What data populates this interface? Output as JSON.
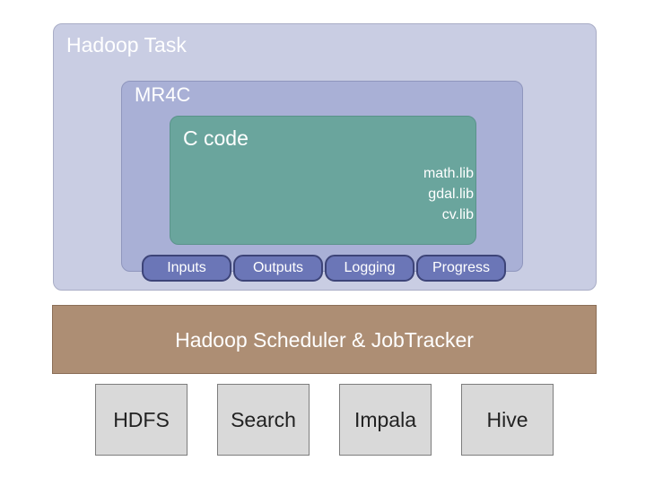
{
  "hadoop_task": {
    "title": "Hadoop Task"
  },
  "mr4c": {
    "title": "MR4C",
    "interfaces": [
      "Inputs",
      "Outputs",
      "Logging",
      "Progress"
    ]
  },
  "c_code": {
    "title": "C code",
    "libraries": [
      "math.lib",
      "gdal.lib",
      "cv.lib"
    ]
  },
  "scheduler": {
    "label": "Hadoop Scheduler & JobTracker"
  },
  "storage": [
    "HDFS",
    "Search",
    "Impala",
    "Hive"
  ],
  "colors": {
    "hadoop_task_fill": "#c9cde3",
    "mr4c_fill": "#a9b0d6",
    "c_code_fill": "#6aa59d",
    "interface_fill": "#6b76b7",
    "scheduler_fill": "#ad8e74",
    "storage_fill": "#d9d9d9"
  }
}
